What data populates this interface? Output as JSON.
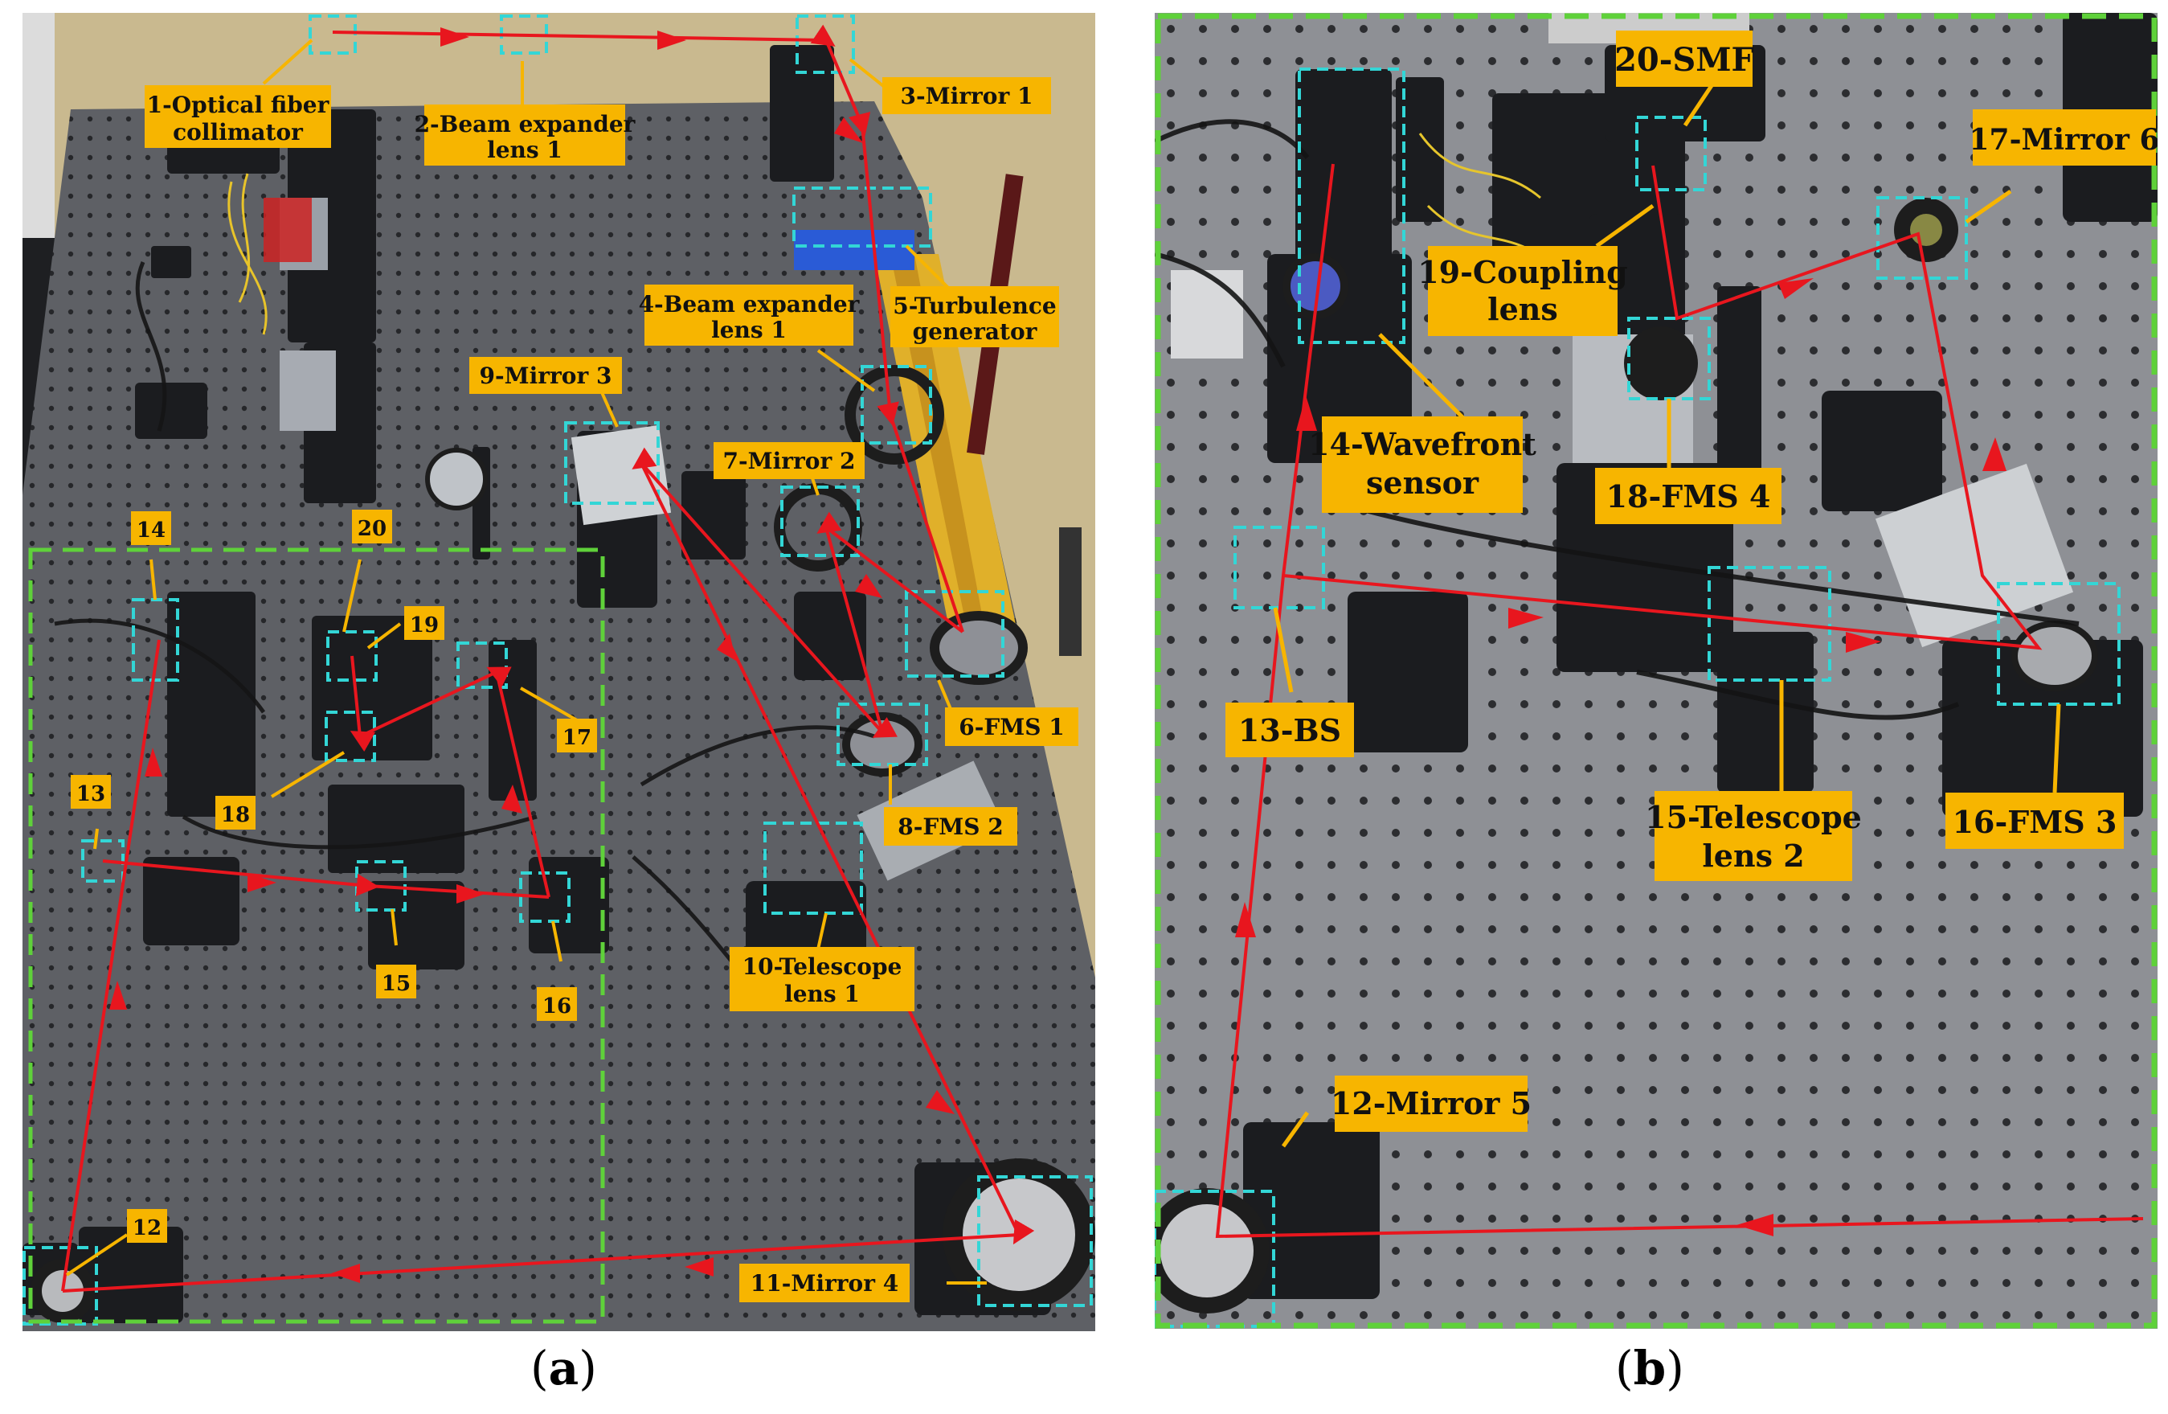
{
  "panel_a": {
    "labels": {
      "l1": [
        "1-Optical fiber",
        "collimator"
      ],
      "l2": [
        "2-Beam expander",
        "lens 1"
      ],
      "l3": [
        "3-Mirror 1"
      ],
      "l4": [
        "4-Beam expander",
        "lens 1"
      ],
      "l5": [
        "5-Turbulence",
        "generator"
      ],
      "l6": [
        "6-FMS 1"
      ],
      "l7": [
        "7-Mirror 2"
      ],
      "l8": [
        "8-FMS 2"
      ],
      "l9": [
        "9-Mirror 3"
      ],
      "l10": [
        "10-Telescope",
        "lens 1"
      ],
      "l11": [
        "11-Mirror 4"
      ],
      "n12": "12",
      "n13": "13",
      "n14": "14",
      "n15": "15",
      "n16": "16",
      "n17": "17",
      "n18": "18",
      "n19": "19",
      "n20": "20"
    },
    "caption": "a"
  },
  "panel_b": {
    "labels": {
      "l12": [
        "12-Mirror 5"
      ],
      "l13": [
        "13-BS"
      ],
      "l14": [
        "14-Wavefront",
        "sensor"
      ],
      "l15": [
        "15-Telescope",
        "lens 2"
      ],
      "l16": [
        "16-FMS 3"
      ],
      "l17": [
        "17-Mirror 6"
      ],
      "l18": [
        "18-FMS 4"
      ],
      "l19": [
        "19-Coupling",
        "lens"
      ],
      "l20": [
        "20-SMF"
      ]
    },
    "caption": "b"
  },
  "colors": {
    "table": "#5c5e63",
    "hole": "#2a2b2e",
    "beam": "#e8161e",
    "label_bg": "#f7b500",
    "box": "#33d6d6",
    "green_dash": "#5fd13a"
  }
}
